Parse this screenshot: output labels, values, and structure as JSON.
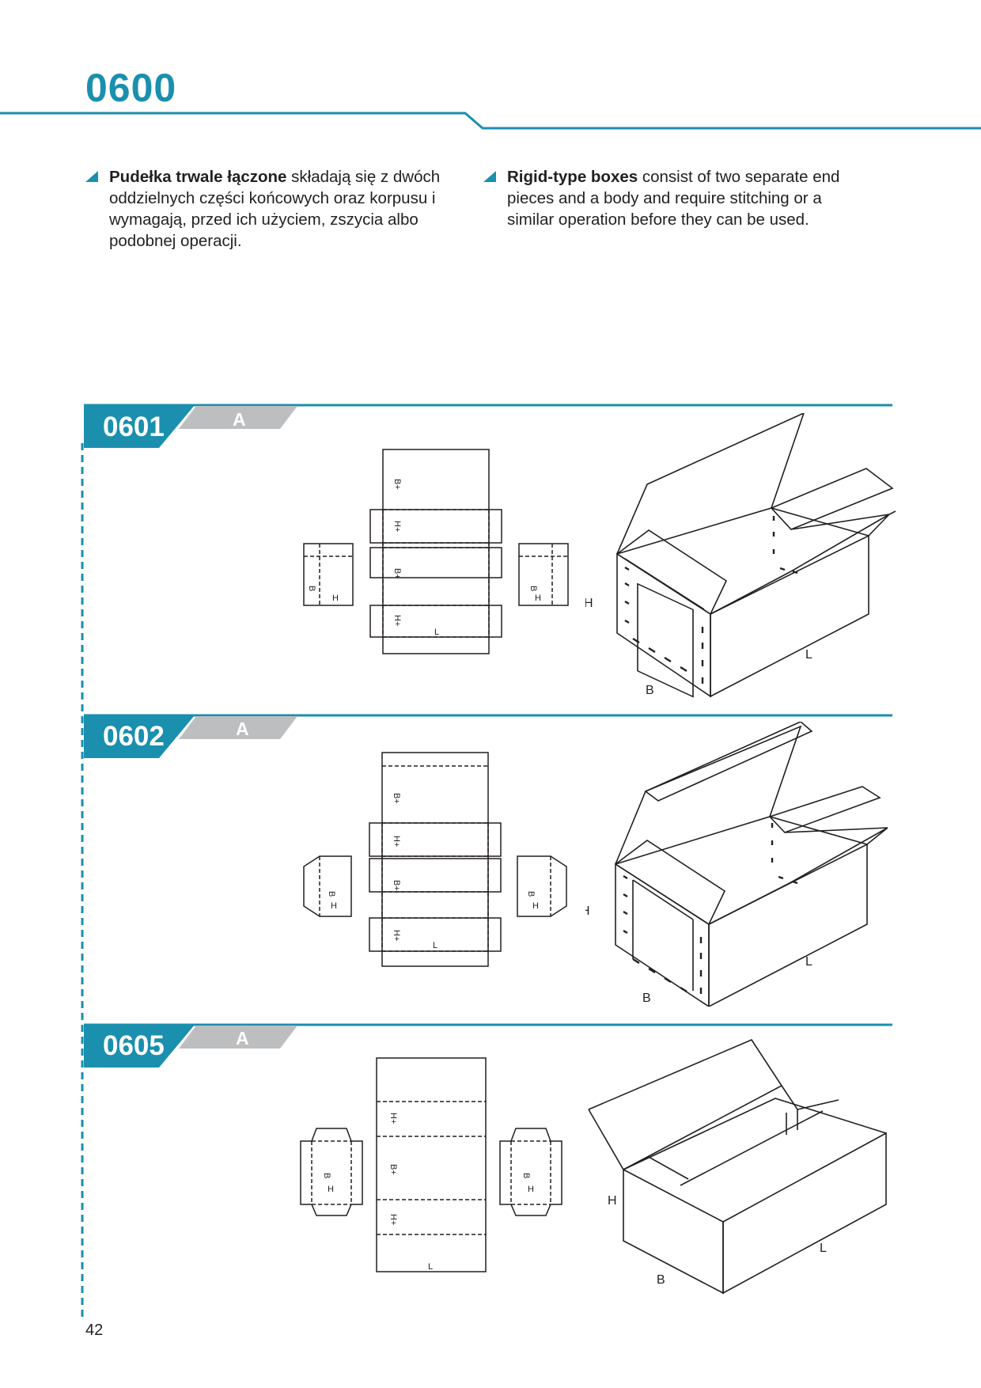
{
  "page": {
    "title": "0600",
    "number": "42"
  },
  "description": {
    "pl": {
      "bold": "Pudełka trwale łączone",
      "rest": " składają się z dwóch oddzielnych części końcowych oraz korpusu i wymagają, przed ich użyciem, zszycia albo podobnej operacji."
    },
    "en": {
      "bold": "Rigid-type boxes",
      "rest": " consist of two separate end pieces and a body and require stitching or a similar operation before they can be used."
    }
  },
  "sections": [
    {
      "code": "0601",
      "grade": "A"
    },
    {
      "code": "0602",
      "grade": "A"
    },
    {
      "code": "0605",
      "grade": "A"
    }
  ],
  "labels": {
    "length": "L",
    "width": "B",
    "height": "H",
    "width_plus": "B+",
    "height_plus": "H+"
  },
  "colors": {
    "accent": "#1a8fae",
    "grade_badge": "#bdbec0",
    "line": "#231f20"
  }
}
